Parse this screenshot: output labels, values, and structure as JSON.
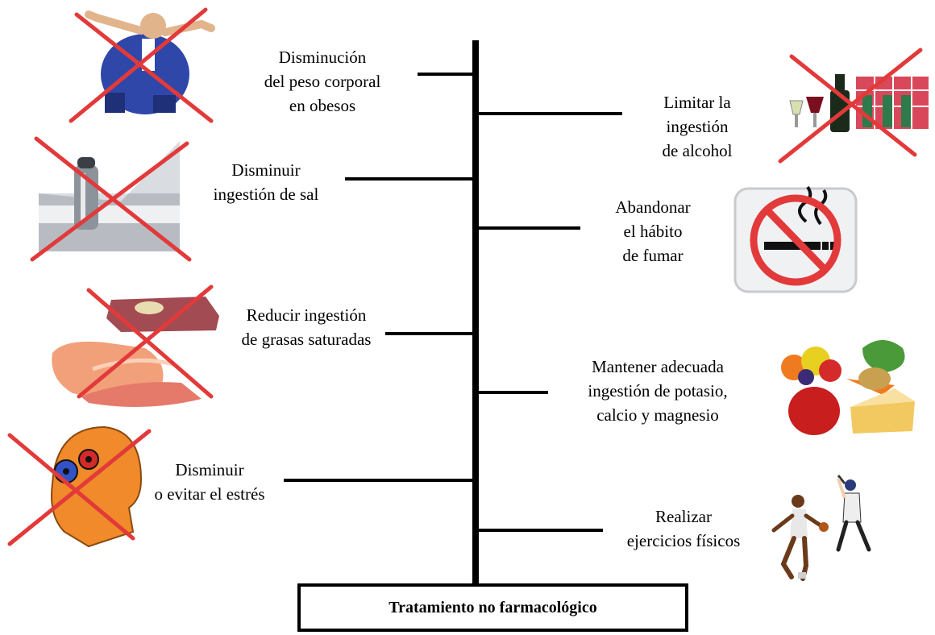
{
  "title": "Tratamiento no farmacológico",
  "colors": {
    "line": "#000000",
    "cross": "#e23a3a"
  },
  "left_items": [
    {
      "label": "Disminución\ndel peso corporal\nen obesos",
      "icon": "obese-man-icon",
      "crossed": true
    },
    {
      "label": "Disminuir\ningestión de sal",
      "icon": "salt-shaker-icon",
      "crossed": true
    },
    {
      "label": "Reducir ingestión\nde grasas saturadas",
      "icon": "fatty-meat-icon",
      "crossed": true
    },
    {
      "label": "Disminuir\no evitar el estrés",
      "icon": "stressed-head-icon",
      "crossed": true
    }
  ],
  "right_items": [
    {
      "label": "Limitar la\ningestión\nde alcohol",
      "icon": "alcohol-bottles-icon",
      "crossed": true
    },
    {
      "label": "Abandonar\nel hábito\nde fumar",
      "icon": "no-smoking-icon",
      "crossed": false
    },
    {
      "label": "Mantener adecuada\ningestión de potasio,\ncalcio y magnesio",
      "icon": "fruits-vegetables-icon",
      "crossed": false
    },
    {
      "label": "Realizar\nejercicios físicos",
      "icon": "athletes-icon",
      "crossed": false
    }
  ]
}
